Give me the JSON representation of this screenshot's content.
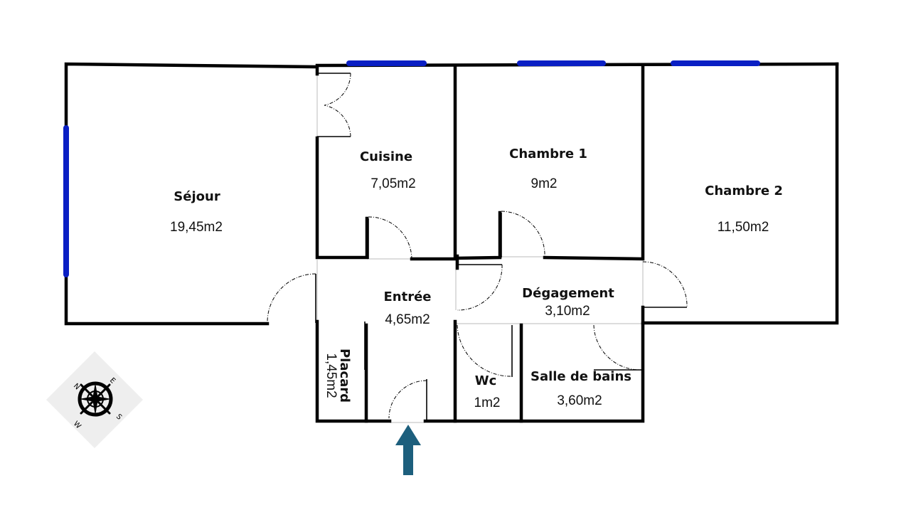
{
  "rooms": [
    {
      "id": "sejour",
      "name": "Séjour",
      "area": "19,45m2"
    },
    {
      "id": "cuisine",
      "name": "Cuisine",
      "area": "7,05m2"
    },
    {
      "id": "chambre1",
      "name": "Chambre 1",
      "area": "9m2"
    },
    {
      "id": "chambre2",
      "name": "Chambre 2",
      "area": "11,50m2"
    },
    {
      "id": "entree",
      "name": "Entrée",
      "area": "4,65m2"
    },
    {
      "id": "degagement",
      "name": "Dégagement",
      "area": "3,10m2"
    },
    {
      "id": "wc",
      "name": "Wc",
      "area": "1m2"
    },
    {
      "id": "sdb",
      "name": "Salle de bains",
      "area": "3,60m2"
    },
    {
      "id": "placard",
      "name": "Placard",
      "area": "1,45m2"
    }
  ],
  "compass": {
    "n": "N",
    "e": "E",
    "s": "S",
    "w": "W"
  },
  "colors": {
    "walls": "#000000",
    "windows": "#0a1fc4",
    "entry_arrow": "#1d5f7d",
    "compass_bg": "#eeeeee"
  },
  "icons": {
    "compass": "compass-rose-icon",
    "entry": "entry-arrow-icon"
  }
}
